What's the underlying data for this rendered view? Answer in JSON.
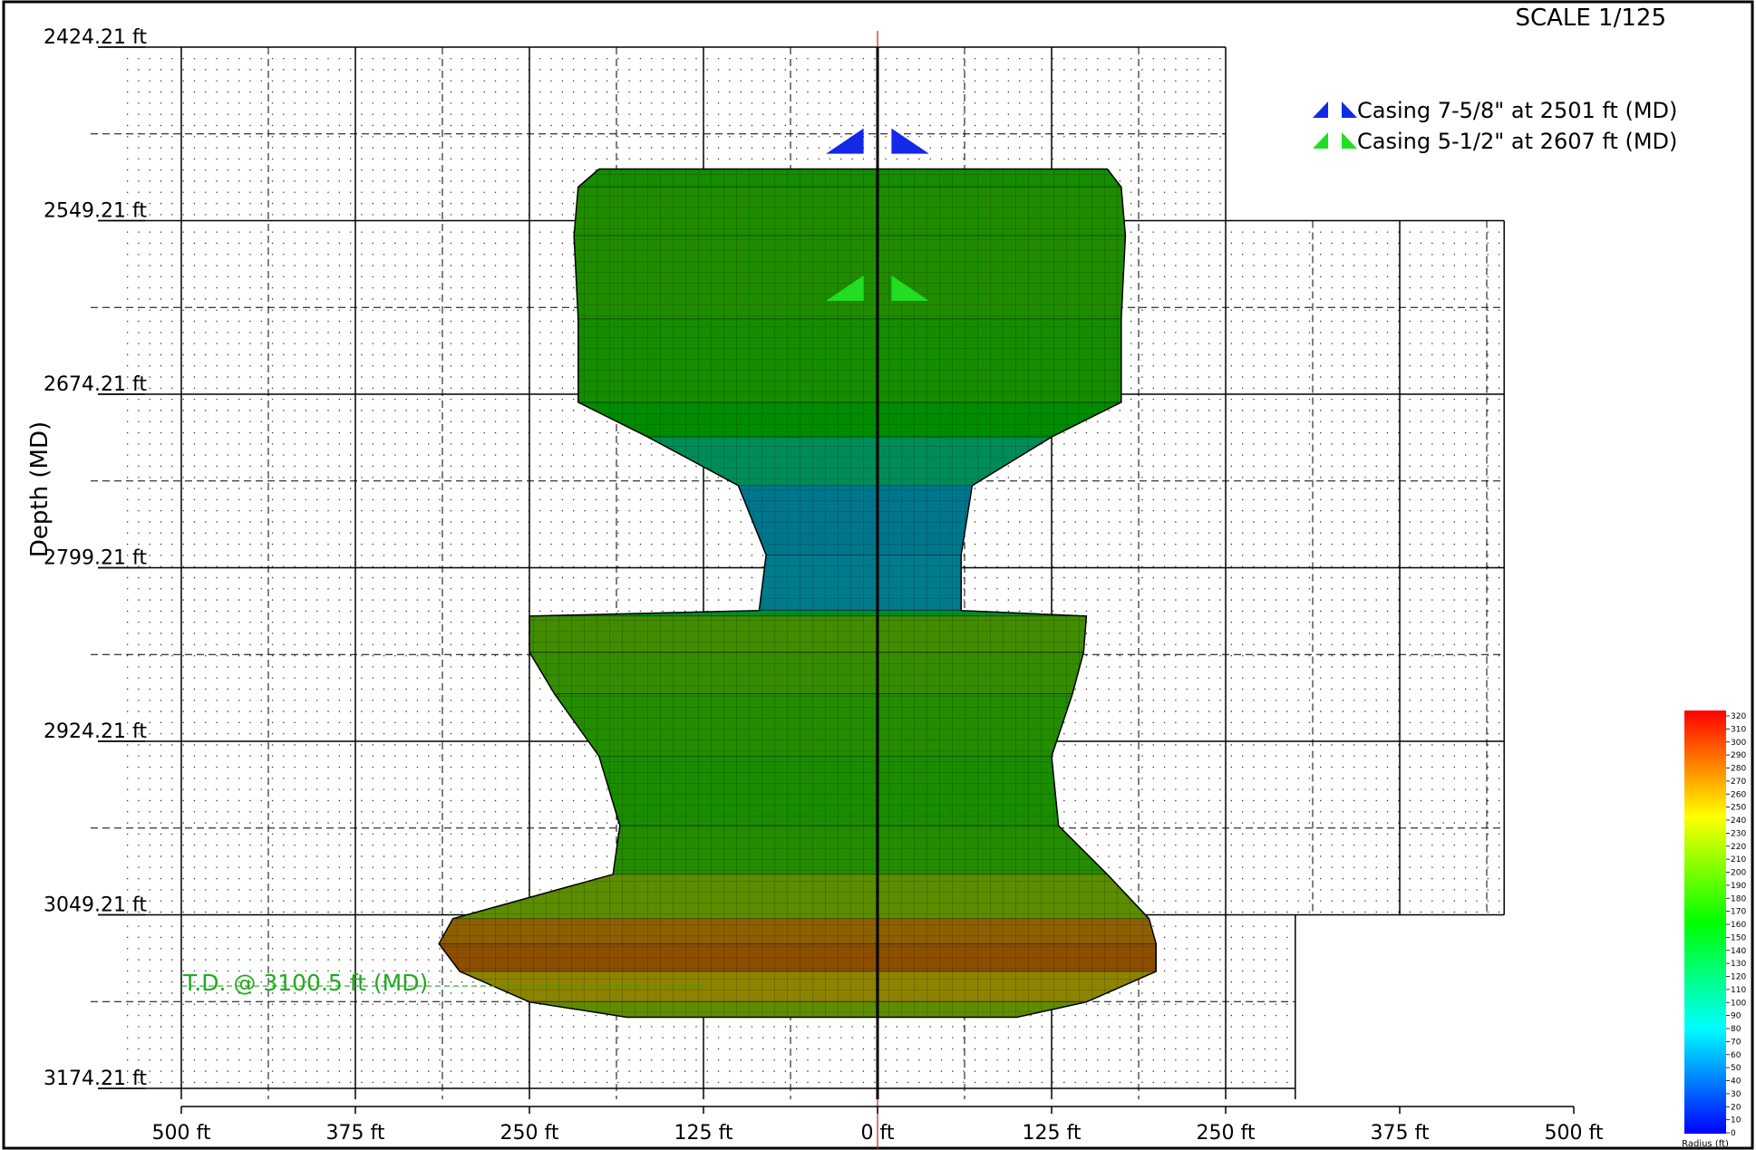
{
  "chart_data": {
    "type": "other",
    "scale_label": "SCALE 1/125",
    "ylabel": "Depth (MD)",
    "y_ticks": [
      {
        "value": 2424.21,
        "label": "2424.21 ft"
      },
      {
        "value": 2549.21,
        "label": "2549.21 ft"
      },
      {
        "value": 2674.21,
        "label": "2674.21 ft"
      },
      {
        "value": 2799.21,
        "label": "2799.21 ft"
      },
      {
        "value": 2924.21,
        "label": "2924.21 ft"
      },
      {
        "value": 3049.21,
        "label": "3049.21 ft"
      },
      {
        "value": 3174.21,
        "label": "3174.21 ft"
      }
    ],
    "x_ticks": [
      {
        "value": -500,
        "label": "500 ft"
      },
      {
        "value": -375,
        "label": "375 ft"
      },
      {
        "value": -250,
        "label": "250 ft"
      },
      {
        "value": -125,
        "label": "125 ft"
      },
      {
        "value": 0,
        "label": "0 ft"
      },
      {
        "value": 125,
        "label": "125 ft"
      },
      {
        "value": 250,
        "label": "250 ft"
      },
      {
        "value": 375,
        "label": "375 ft"
      },
      {
        "value": 500,
        "label": "500 ft"
      }
    ],
    "xlim": [
      -500,
      500
    ],
    "ylim": [
      2424.21,
      3174.21
    ],
    "grid": true,
    "casings": [
      {
        "label": "Casing 7-5/8\" at 2501 ft (MD)",
        "depth": 2501,
        "color": "#1428e8"
      },
      {
        "label": "Casing 5-1/2\" at 2607 ft (MD)",
        "depth": 2607,
        "color": "#22dd22"
      }
    ],
    "td": {
      "label": "T.D. @ 3100.5 ft (MD)",
      "depth": 3100.5,
      "color": "#22aa22"
    },
    "colorbar": {
      "label": "Radius (ft)",
      "min": 0,
      "max": 320,
      "ticks": [
        "320",
        "310",
        "300",
        "290",
        "280",
        "270",
        "260",
        "250",
        "240",
        "230",
        "220",
        "210",
        "200",
        "190",
        "180",
        "170",
        "160",
        "150",
        "140",
        "130",
        "120",
        "110",
        "100",
        "90",
        "80",
        "70",
        "60",
        "50",
        "40",
        "30",
        "20",
        "10",
        "0"
      ]
    },
    "cavity_profile": [
      {
        "depth": 2512,
        "left": -200,
        "right": 165,
        "radius": 170
      },
      {
        "depth": 2525,
        "left": -215,
        "right": 175,
        "radius": 175
      },
      {
        "depth": 2560,
        "left": -218,
        "right": 178,
        "radius": 180
      },
      {
        "depth": 2620,
        "left": -215,
        "right": 175,
        "radius": 175
      },
      {
        "depth": 2680,
        "left": -215,
        "right": 175,
        "radius": 170
      },
      {
        "depth": 2705,
        "left": -165,
        "right": 125,
        "radius": 150
      },
      {
        "depth": 2740,
        "left": -100,
        "right": 68,
        "radius": 70
      },
      {
        "depth": 2790,
        "left": -80,
        "right": 60,
        "radius": 65
      },
      {
        "depth": 2830,
        "left": -85,
        "right": 60,
        "radius": 75
      },
      {
        "depth": 2834,
        "left": -250,
        "right": 150,
        "radius": 200
      },
      {
        "depth": 2860,
        "left": -250,
        "right": 148,
        "radius": 195
      },
      {
        "depth": 2890,
        "left": -232,
        "right": 140,
        "radius": 185
      },
      {
        "depth": 2935,
        "left": -200,
        "right": 125,
        "radius": 175
      },
      {
        "depth": 2985,
        "left": -185,
        "right": 130,
        "radius": 175
      },
      {
        "depth": 3020,
        "left": -190,
        "right": 165,
        "radius": 185
      },
      {
        "depth": 3052,
        "left": -305,
        "right": 195,
        "radius": 240
      },
      {
        "depth": 3070,
        "left": -315,
        "right": 200,
        "radius": 290
      },
      {
        "depth": 3090,
        "left": -300,
        "right": 200,
        "radius": 260
      },
      {
        "depth": 3112,
        "left": -250,
        "right": 150,
        "radius": 230
      },
      {
        "depth": 3123,
        "left": -180,
        "right": 100,
        "radius": 200
      }
    ]
  }
}
